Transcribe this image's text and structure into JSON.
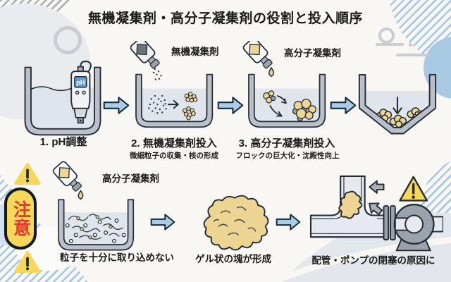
{
  "title": "無機凝集剤・高分子凝集剤の役割と投入順序",
  "process": {
    "steps": [
      {
        "title": "1. pH調整",
        "meter_display": "pH"
      },
      {
        "bottle_label": "無機凝集剤",
        "title": "2. 無機凝集剤投入",
        "subtitle": "微細粒子の収集・核の形成"
      },
      {
        "bottle_label": "高分子凝集剤",
        "title": "3. 高分子凝集剤投入",
        "subtitle": "フロックの巨大化・沈殿性向上"
      },
      {}
    ]
  },
  "caution": {
    "badge_label": "注意",
    "scenes": [
      {
        "bottle_label": "高分子凝集剤",
        "caption": "粒子を十分に取り込めない"
      },
      {
        "caption": "ゲル状の塊が形成"
      },
      {
        "caption": "配管・ポンプの閉塞の原因に"
      }
    ]
  },
  "colors": {
    "background": "#f8f7f4",
    "text": "#1a1a1a",
    "arrow_fill": "#a9cbe4",
    "arrow_outline": "#16293b",
    "floc_gold": "#ecd593",
    "metal_grey": "#9aa2ab",
    "caution_yellow": "#f5d75b",
    "caution_red": "#e23a2e",
    "stripe_blue": "#a9c7e2",
    "stripe_grey": "#a7abb1"
  }
}
